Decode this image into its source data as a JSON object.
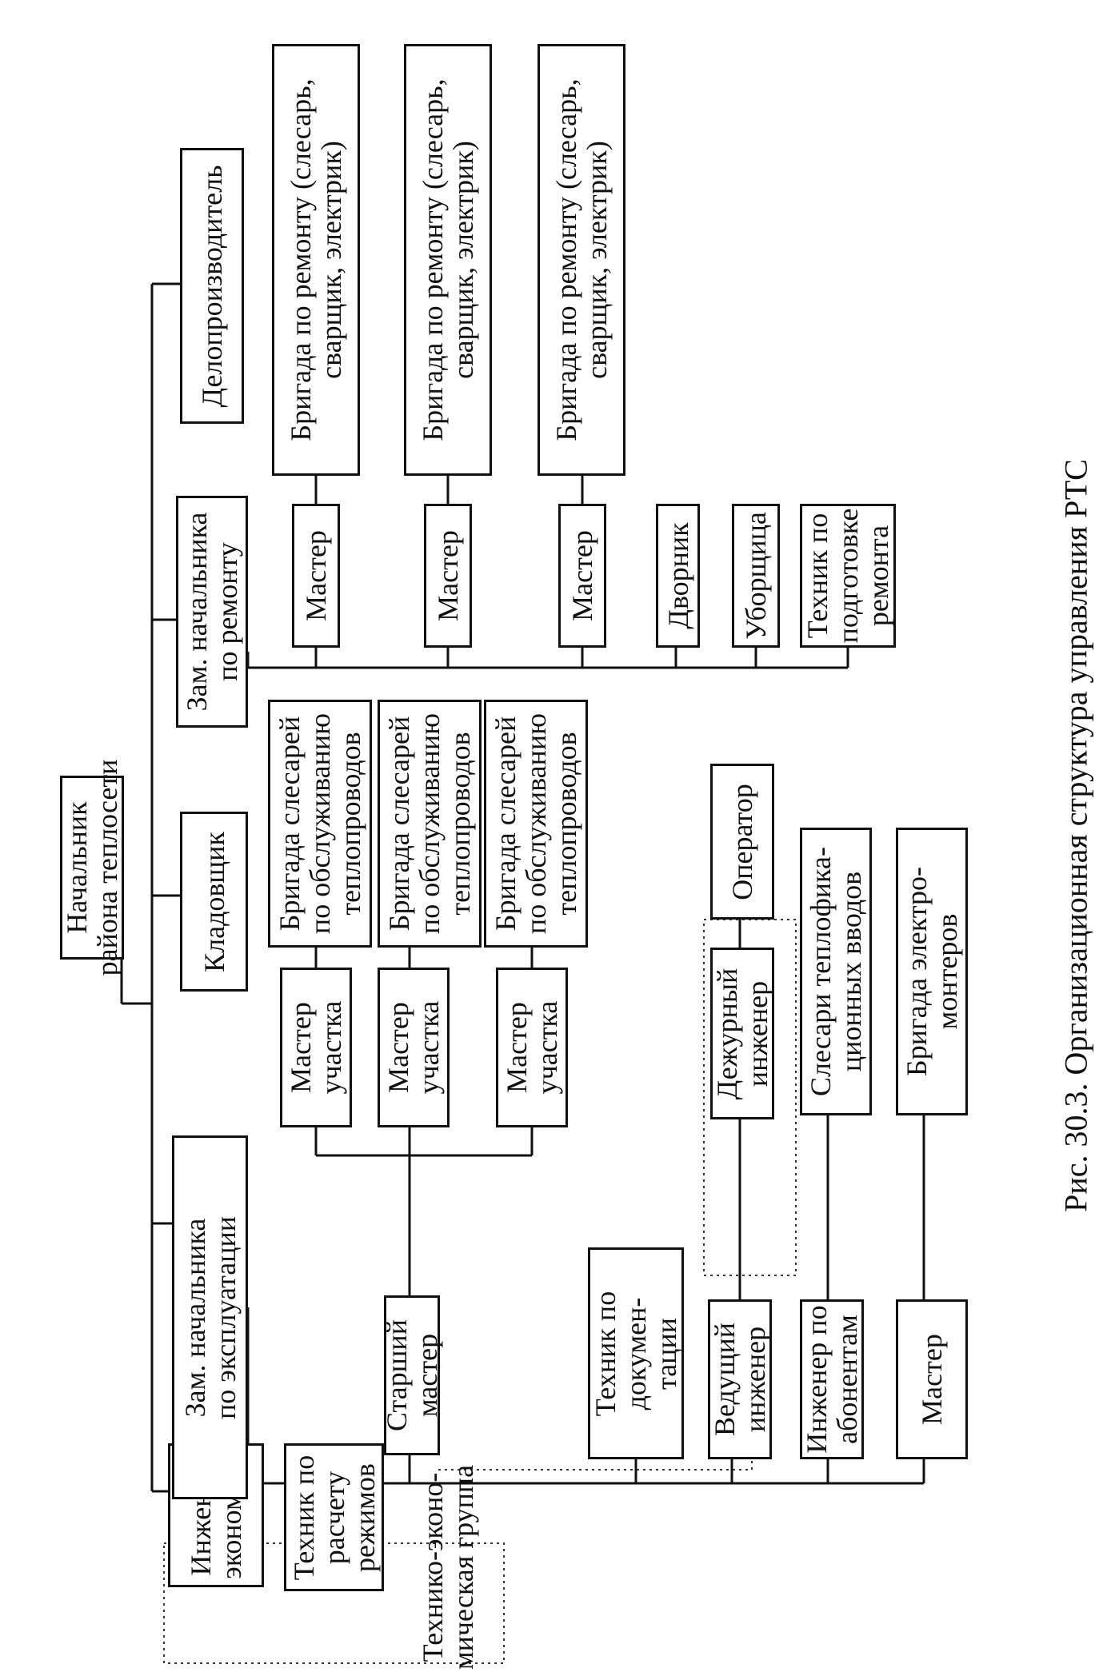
{
  "caption": "Рис. 30.3. Организационная структура управления РТС",
  "nodes": {
    "head": "Начальник\nрайона теплосети",
    "engineer_economist": "Инженер-\nэкономист",
    "technician_modes": "Техник по\nрасчету\nрежимов",
    "deputy_operations": "Зам. начальника\nпо эксплуатации",
    "storekeeper": "Кладовщик",
    "deputy_repair": "Зам. начальника\nпо ремонту",
    "clerk": "Делопроизводитель",
    "section_master_1": "Мастер\nучастка",
    "section_master_2": "Мастер\nучастка",
    "section_master_3": "Мастер\nучастка",
    "brigade_pipelines_1": "Бригада слесарей\nпо обслуживанию\nтеплопроводов",
    "brigade_pipelines_2": "Бригада слесарей\nпо обслуживанию\nтеплопроводов",
    "brigade_pipelines_3": "Бригада слесарей\nпо обслуживанию\nтеплопроводов",
    "senior_master": "Старший\nмастер",
    "technician_docs": "Техник по\nдокумен-\nтации",
    "lead_engineer": "Ведущий\nинженер",
    "duty_engineer": "Дежурный\nинженер",
    "operator": "Оператор",
    "subscriber_engineer": "Инженер по\nабонентам",
    "heat_input_fitters": "Слесари теплофика-\nционных вводов",
    "master_electric": "Мастер",
    "electricians_brigade": "Бригада электро-\nмонтеров",
    "repair_master_1": "Мастер",
    "repair_master_2": "Мастер",
    "repair_master_3": "Мастер",
    "repair_brigade_1": "Бригада по ремонту (слесарь,\nсварщик, электрик)",
    "repair_brigade_2": "Бригада по ремонту (слесарь,\nсварщик, электрик)",
    "repair_brigade_3": "Бригада по ремонту (слесарь,\nсварщик, электрик)",
    "janitor": "Дворник",
    "cleaner": "Уборщица",
    "repair_prep_technician": "Техник по\nподготовке\nремонта"
  },
  "groups": {
    "tech_economic_group": "Технико-эконо-\nмическая группа"
  }
}
